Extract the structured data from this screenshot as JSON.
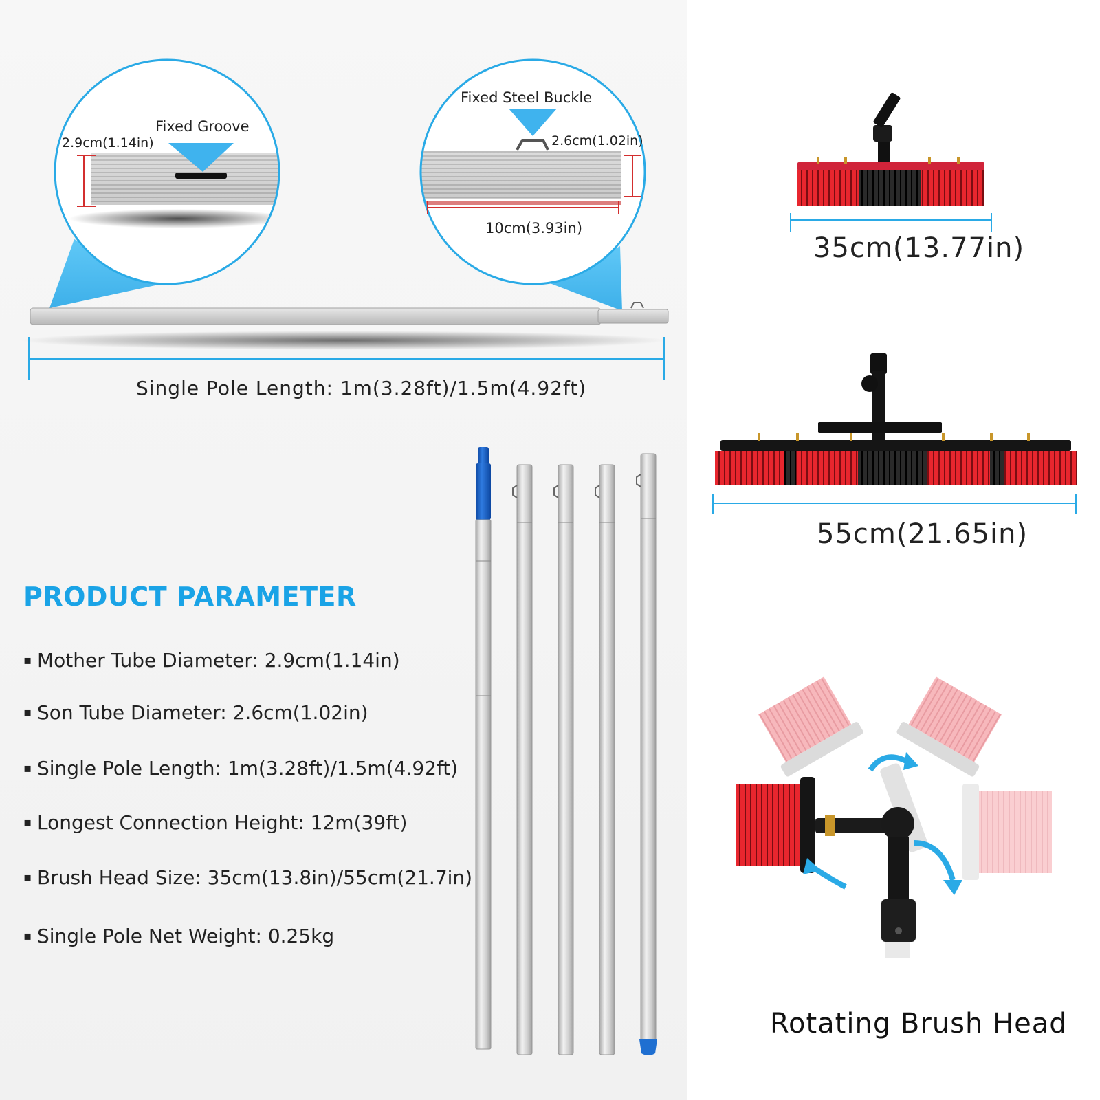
{
  "callouts": {
    "groove_label": "Fixed Groove",
    "groove_diameter": "2.9cm(1.14in)",
    "buckle_label": "Fixed Steel Buckle",
    "buckle_diameter": "2.6cm(1.02in)",
    "buckle_length": "10cm(3.93in)"
  },
  "pole_dimension": "Single Pole Length: 1m(3.28ft)/1.5m(4.92ft)",
  "parameters": {
    "heading": "PRODUCT PARAMETER",
    "items": [
      "Mother Tube Diameter: 2.9cm(1.14in)",
      "Son Tube Diameter: 2.6cm(1.02in)",
      "Single Pole Length: 1m(3.28ft)/1.5m(4.92ft)",
      "Longest Connection Height: 12m(39ft)",
      "Brush Head Size: 35cm(13.8in)/55cm(21.7in)",
      "Single Pole Net Weight: 0.25kg"
    ]
  },
  "brushes": {
    "small_size": "35cm(13.77in)",
    "large_size": "55cm(21.65in)",
    "rotating_caption": "Rotating Brush Head"
  },
  "colors": {
    "accent_blue": "#1aa3e6",
    "bristle_red": "#e8262e",
    "bristle_black": "#1b1b1b",
    "pole_silver": "#c9c9c9"
  }
}
